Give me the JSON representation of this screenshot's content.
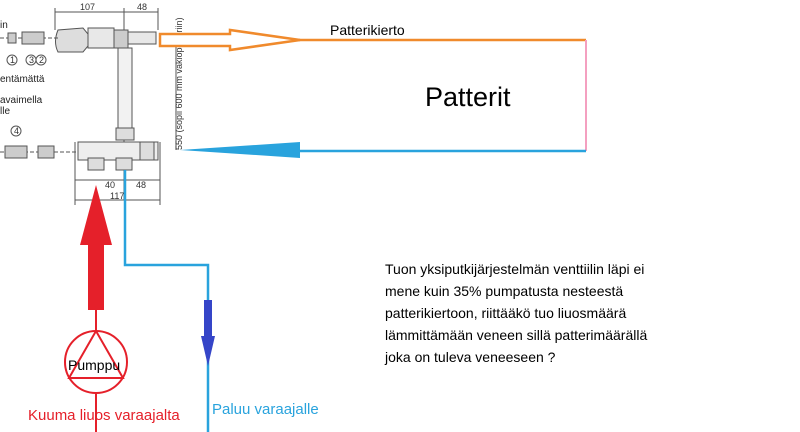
{
  "labels": {
    "flow_to_radiators": "Patterikierto",
    "radiators": "Patterit",
    "pump": "Pumppu",
    "hot_supply": "Kuuma liuos varaajalta",
    "return": "Paluu varaajalle"
  },
  "question_lines": [
    "Tuon yksiputkijärjestelmän venttiilin läpi ei",
    "mene kuin 35% pumpatusta nesteestä",
    "patterikiertoon, riittääkö tuo liuosmäärä",
    "lämmittämään veneen sillä patterimäärällä",
    "joka on tuleva veneeseen  ?"
  ],
  "drawing": {
    "dim_top_left": "107",
    "dim_top_right": "48",
    "dim_bottom_a": "40",
    "dim_bottom_b": "48",
    "dim_bottom_total": "117",
    "vertical_dim": "550 (sopii 600 mm vakiopatteriin)",
    "side_text": [
      "in",
      "entämättä",
      "avaimella",
      "lle"
    ],
    "part_numbers": [
      "1",
      "3",
      "2",
      "4"
    ]
  },
  "colors": {
    "orange": "#f08a2c",
    "blue": "#29a3dd",
    "red": "#e5202a",
    "darkblue": "#3545c8",
    "pink": "#f4a0c0"
  }
}
